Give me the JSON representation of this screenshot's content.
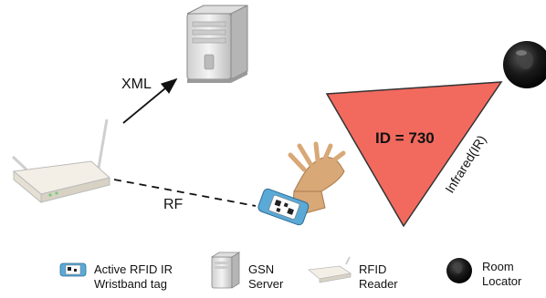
{
  "diagram": {
    "edges": {
      "xml": "XML",
      "rf": "RF",
      "infrared": "Infrared(IR)"
    },
    "triangle_label": "ID = 730",
    "colors": {
      "triangle_fill": "#f26a5e",
      "triangle_stroke": "#333333",
      "server_body": "#e6e6e6",
      "reader_body": "#ece7dc",
      "wristband_body": "#5aa9d6",
      "room_locator": "#111111",
      "hand": "#d9a877"
    }
  },
  "legend": [
    {
      "icon": "wristband-tag-icon",
      "line1": "Active RFID IR",
      "line2": "Wristband tag"
    },
    {
      "icon": "server-icon",
      "line1": "GSN",
      "line2": "Server"
    },
    {
      "icon": "rfid-reader-icon",
      "line1": "RFID",
      "line2": "Reader"
    },
    {
      "icon": "room-locator-icon",
      "line1": "Room",
      "line2": "Locator"
    }
  ]
}
